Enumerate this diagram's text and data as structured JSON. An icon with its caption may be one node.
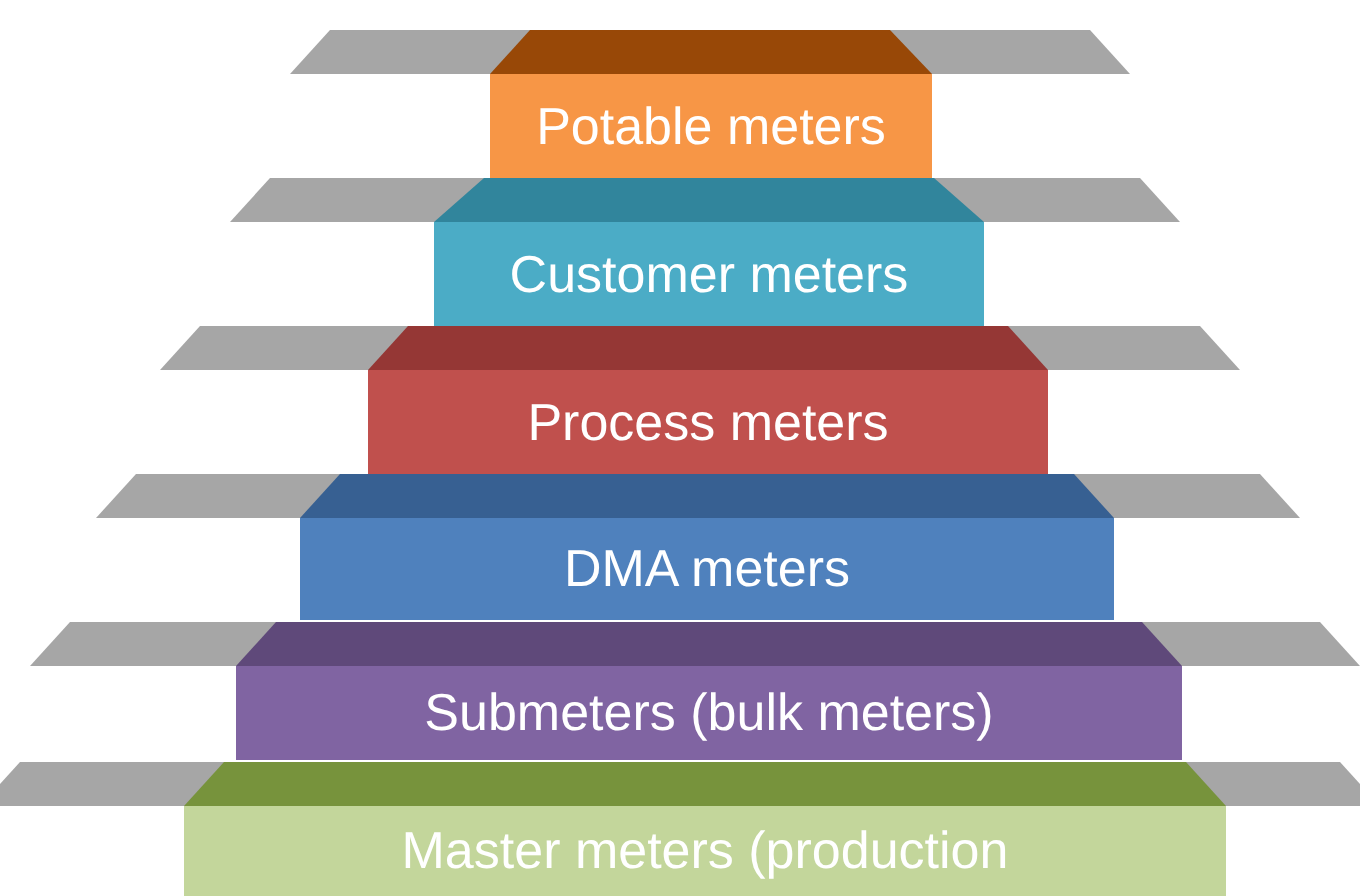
{
  "diagram": {
    "nodes": [
      {
        "text": [
          "Potable meters"
        ]
      },
      {
        "text": [
          "Customer meters"
        ]
      },
      {
        "text": [
          "Process meters"
        ]
      },
      {
        "text": [
          "DMA meters"
        ]
      },
      {
        "text": [
          "Submeters (bulk meters)"
        ]
      },
      {
        "text": [
          "Master meters (production"
        ]
      }
    ]
  }
}
